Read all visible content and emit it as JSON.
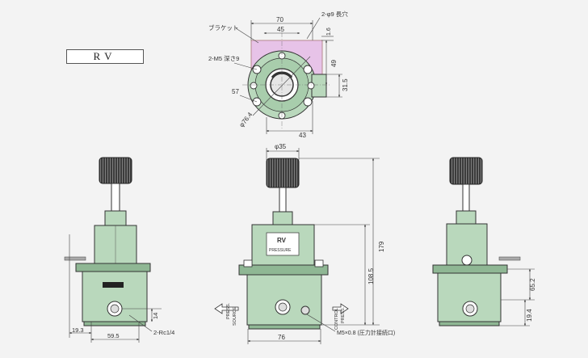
{
  "model_label": "RV",
  "colors": {
    "body": "#b9d8bc",
    "body_dark": "#8fb794",
    "knob": "#3c3c3c",
    "bracket": "#e7c3e8",
    "background": "#f3f3f3"
  },
  "top_view": {
    "bracket_label": "ブラケット",
    "slot_label": "2-φ9 長穴",
    "screw_label": "2-M5 深さ9",
    "dim_70": "70",
    "dim_45": "45",
    "dim_1_6": "1.6",
    "dim_49": "49",
    "dim_31_5": "31.5",
    "dim_57": "57",
    "dim_76_4": "φ76.4",
    "dim_43": "43"
  },
  "left_view": {
    "dim_19_3": "19.3",
    "dim_59_5": "59.5",
    "dim_14": "14",
    "port_label": "2-Rc1/4"
  },
  "front_view": {
    "dim_35": "φ35",
    "dim_179": "179",
    "dim_108_5": "108.5",
    "dim_76": "76",
    "name_plate_line1": "RV",
    "name_plate_line2": "PRESSURE",
    "press_source_label_1": "PRESS.",
    "press_source_label_2": "SOURCE",
    "control_press_label_1": "CONTROL",
    "control_press_label_2": "PRESS.",
    "gauge_port_label": "M5×0.8 (圧力計接続口)"
  },
  "right_view": {
    "dim_65_2": "65.2",
    "dim_19_4": "19.4"
  }
}
